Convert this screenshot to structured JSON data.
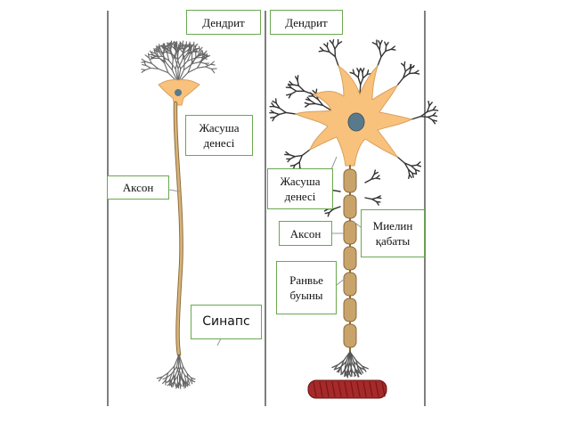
{
  "labels": {
    "dendrite_left": "Дендрит",
    "dendrite_right": "Дендрит",
    "cell_body_left": "Жасуша\nденесі",
    "cell_body_right": "Жасуша\nденесі",
    "axon_left": "Аксон",
    "axon_right": "Аксон",
    "myelin": "Миелин\nқабаты",
    "ranvier": "Ранвье\nбуыны",
    "synapse": "Синапс"
  },
  "colors": {
    "cell_fill": "#f9c27c",
    "nucleus": "#5a7a8c",
    "axon": "#c9a66b",
    "axon_outline": "#8a6a3a",
    "dendrite_left": "#555555",
    "dendrite_right": "#333333",
    "myelin": "#c8a46a",
    "muscle": "#a62a2a",
    "label_border": "#6aa84f",
    "divider": "#555555"
  }
}
